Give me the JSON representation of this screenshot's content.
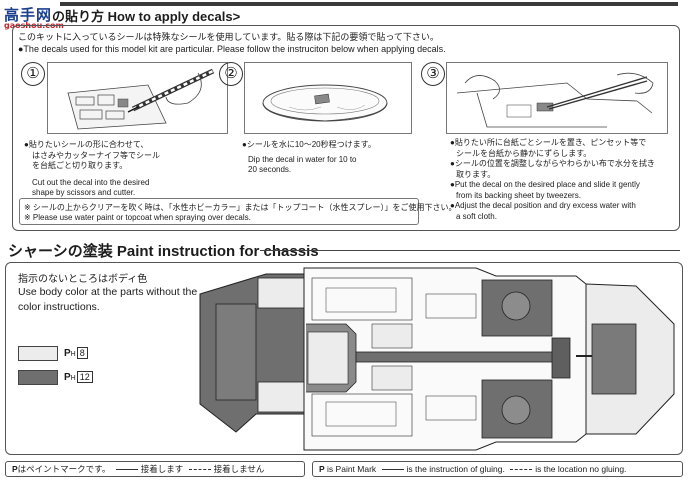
{
  "watermark": {
    "logo_text": "高手网",
    "url": "gaoshou.com"
  },
  "top_bar_color": "#3a3a3a",
  "section1": {
    "title": "の貼り方 How to apply decals>",
    "intro_jp": "このキットに入っているシールは特殊なシールを使用しています。貼る際は下記の要領で貼って下さい。",
    "intro_en": "●The decals used for this model kit are particular. Please follow the instruciton below when applying decals."
  },
  "steps": [
    {
      "number": "①",
      "lines": [
        "●貼りたいシールの形に合わせて、",
        "はさみやカッターナイフ等でシール",
        "を台紙ごと切り取ります。",
        "",
        "Cut out the decal into the desired",
        "shape by scissors and cutter."
      ]
    },
    {
      "number": "②",
      "lines": [
        "●シールを水に10〜20秒程つけます。",
        "",
        "Dip the decal in water for 10 to",
        "20 seconds."
      ]
    },
    {
      "number": "③",
      "lines": [
        "●貼りたい所に台紙ごとシールを置き、ピンセット等で",
        "シールを台紙から静かにずらします。",
        "●シールの位置を調整しながらやわらかい布で水分を拭き",
        "取ります。",
        "●Put the decal on the desired place and slide it gently",
        "from its backing sheet by tweezers.",
        "●Adjust the decal position and dry excess water with",
        "a soft cloth."
      ]
    }
  ],
  "note": {
    "jp": "※ シールの上からクリアーを吹く時は、「水性ホビーカラー」または「トップコート（水性スプレー）」をご使用下さい。",
    "en": "※ Please use water paint or topcoat when spraying over decals."
  },
  "section2": {
    "title": "シャーシの塗装 Paint instruction for chassis",
    "note_jp": "指示のないところはボディ色",
    "note_en": "Use body color at the parts without the color instructions."
  },
  "paint_marks": [
    {
      "mark": "P",
      "sub": "H",
      "number": "8",
      "color": "#ececec"
    },
    {
      "mark": "P",
      "sub": "H",
      "number": "12",
      "color": "#6f6f6f"
    }
  ],
  "legend": {
    "left": {
      "pm": "P",
      "pm_text": "はペイントマークです。",
      "glue": "接着します",
      "no_glue": "接着しません"
    },
    "right": {
      "pm": "P",
      "pm_text": "is Paint Mark",
      "glue": "is the instruction of gluing.",
      "no_glue": "is the location no gluing."
    }
  }
}
